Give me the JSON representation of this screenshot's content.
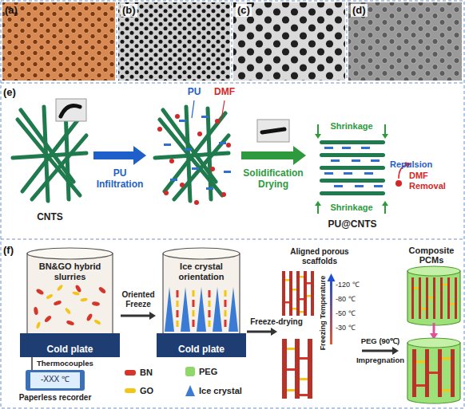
{
  "diagram": {
    "nodes": [
      {
        "text": [
          "CNTS"
        ]
      },
      {
        "text": [
          "PU",
          "DMF"
        ]
      },
      {
        "text": [
          "PU@CNTS"
        ]
      },
      {
        "text": [
          "BN&GO hybrid slurries",
          "Cold plate"
        ]
      },
      {
        "text": [
          "-XXX ℃",
          "Paperless recorder"
        ]
      },
      {
        "text": [
          "Ice crystal orientation",
          "Cold plate"
        ]
      },
      {
        "text": [
          "Aligned porous scaffolds"
        ]
      },
      {
        "text": [
          "Composite PCMs"
        ]
      }
    ],
    "edges": [
      {
        "from": 0,
        "to": 1,
        "arrow": "to",
        "label": "PU Infiltration"
      },
      {
        "from": 1,
        "to": 2,
        "arrow": "to",
        "label": "Solidification Drying"
      },
      {
        "from": 4,
        "to": 3,
        "arrow": "none",
        "label": "Thermocouples"
      },
      {
        "from": 3,
        "to": 5,
        "arrow": "to",
        "label": "Oriented Freeze"
      },
      {
        "from": 5,
        "to": 6,
        "arrow": "to",
        "label": "Freeze-drying"
      },
      {
        "from": 6,
        "to": 7,
        "arrow": "to",
        "label": "PEG (90℃) Impregnation"
      }
    ],
    "labels": [
      "(a)",
      "(b)",
      "(c)",
      "(d)",
      "(e)",
      "Shrinkage",
      "Repulsion",
      "DMF Removal",
      "Shrinkage",
      "(f)",
      "-120 ℃",
      "-80 ℃",
      "-50 ℃",
      "-30 ℃",
      "Freezing Temperature"
    ],
    "legend": [
      {
        "text": "BN",
        "color": "#d8352a"
      },
      {
        "text": "PEG",
        "color": "#8fd66b"
      },
      {
        "text": "GO",
        "color": "#f2c517"
      },
      {
        "text": "Ice crystal"
      }
    ]
  }
}
